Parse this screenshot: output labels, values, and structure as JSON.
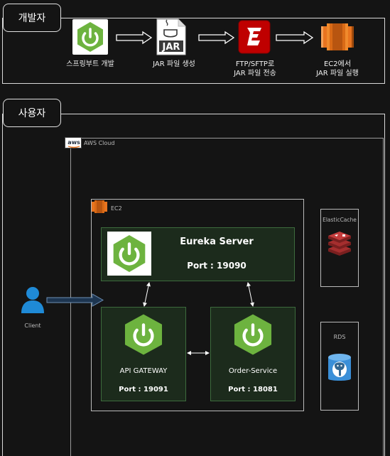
{
  "developer_section": {
    "tag": "개발자",
    "steps": [
      {
        "icon": "spring-boot-icon",
        "caption": "스프링부트 개발"
      },
      {
        "icon": "jar-file-icon",
        "caption": "JAR 파일 생성"
      },
      {
        "icon": "filezilla-icon",
        "caption": "FTP/SFTP로\nJAR 파일 전송"
      },
      {
        "icon": "ec2-icon",
        "caption": "EC2에서\nJAR 파일 실행"
      }
    ]
  },
  "user_section": {
    "tag": "사용자",
    "client_label": "Client",
    "aws_cloud_label": "AWS Cloud",
    "aws_logo_text": "aws",
    "ec2_label": "EC2",
    "jar_icon_text": "JAR",
    "eureka": {
      "title": "Eureka Server",
      "port": "Port : 19090"
    },
    "gateway": {
      "title": "API GATEWAY",
      "port": "Port : 19091"
    },
    "order": {
      "title": "Order-Service",
      "port": "Port : 18081"
    },
    "elasticache_label": "ElasticCache",
    "rds_label": "RDS"
  },
  "colors": {
    "spring_green": "#6db33f",
    "aws_orange": "#e8741f",
    "filezilla_red": "#bf0000",
    "client_blue": "#1f8ad6",
    "redis_red": "#a52e2e",
    "node_fill": "#1c2b1c",
    "node_border": "#3d6b3d"
  }
}
